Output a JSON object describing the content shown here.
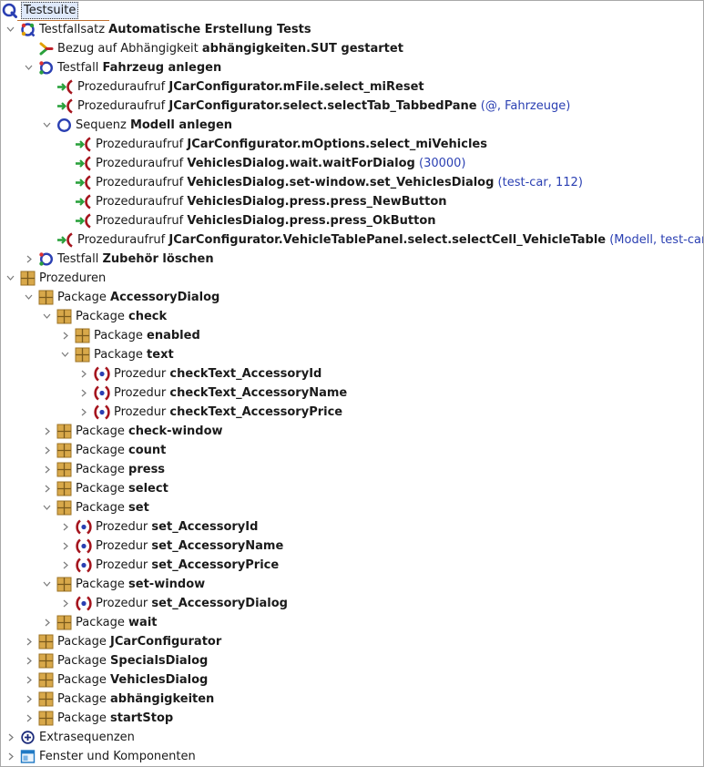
{
  "tree": [
    {
      "level": 0,
      "toggle": "",
      "icon": "q-root",
      "prefix": "Testsuite",
      "bold": "",
      "args": "",
      "root": true
    },
    {
      "level": 0,
      "toggle": "v",
      "icon": "testset",
      "prefix": "Testfallsatz ",
      "bold": "Automatische Erstellung Tests",
      "args": ""
    },
    {
      "level": 1,
      "toggle": "",
      "icon": "dependency",
      "prefix": "Bezug auf Abhängigkeit ",
      "bold": "abhängigkeiten.SUT gestartet",
      "args": ""
    },
    {
      "level": 1,
      "toggle": "v",
      "icon": "testcase",
      "prefix": "Testfall ",
      "bold": "Fahrzeug anlegen",
      "args": ""
    },
    {
      "level": 2,
      "toggle": "",
      "icon": "call",
      "prefix": "Prozeduraufruf ",
      "bold": "JCarConfigurator.mFile.select_miReset",
      "args": ""
    },
    {
      "level": 2,
      "toggle": "",
      "icon": "call",
      "prefix": "Prozeduraufruf ",
      "bold": "JCarConfigurator.select.selectTab_TabbedPane",
      "args": "(@, Fahrzeuge)"
    },
    {
      "level": 2,
      "toggle": "v",
      "icon": "sequence",
      "prefix": "Sequenz ",
      "bold": "Modell anlegen",
      "args": ""
    },
    {
      "level": 3,
      "toggle": "",
      "icon": "call",
      "prefix": "Prozeduraufruf ",
      "bold": "JCarConfigurator.mOptions.select_miVehicles",
      "args": ""
    },
    {
      "level": 3,
      "toggle": "",
      "icon": "call",
      "prefix": "Prozeduraufruf ",
      "bold": "VehiclesDialog.wait.waitForDialog",
      "args": "(30000)"
    },
    {
      "level": 3,
      "toggle": "",
      "icon": "call",
      "prefix": "Prozeduraufruf ",
      "bold": "VehiclesDialog.set-window.set_VehiclesDialog",
      "args": "(test-car, 112)"
    },
    {
      "level": 3,
      "toggle": "",
      "icon": "call",
      "prefix": "Prozeduraufruf ",
      "bold": "VehiclesDialog.press.press_NewButton",
      "args": ""
    },
    {
      "level": 3,
      "toggle": "",
      "icon": "call",
      "prefix": "Prozeduraufruf ",
      "bold": "VehiclesDialog.press.press_OkButton",
      "args": ""
    },
    {
      "level": 2,
      "toggle": "",
      "icon": "call",
      "prefix": "Prozeduraufruf ",
      "bold": "JCarConfigurator.VehicleTablePanel.select.selectCell_VehicleTable",
      "args": "(Modell, test-car, @, @)"
    },
    {
      "level": 1,
      "toggle": ">",
      "icon": "testcase",
      "prefix": "Testfall ",
      "bold": "Zubehör löschen",
      "args": ""
    },
    {
      "level": 0,
      "toggle": "v",
      "icon": "package",
      "prefix": "Prozeduren",
      "bold": "",
      "args": ""
    },
    {
      "level": 1,
      "toggle": "v",
      "icon": "package",
      "prefix": "Package ",
      "bold": "AccessoryDialog",
      "args": ""
    },
    {
      "level": 2,
      "toggle": "v",
      "icon": "package",
      "prefix": "Package ",
      "bold": "check",
      "args": ""
    },
    {
      "level": 3,
      "toggle": ">",
      "icon": "package",
      "prefix": "Package ",
      "bold": "enabled",
      "args": ""
    },
    {
      "level": 3,
      "toggle": "v",
      "icon": "package",
      "prefix": "Package ",
      "bold": "text",
      "args": ""
    },
    {
      "level": 4,
      "toggle": ">",
      "icon": "procedure",
      "prefix": "Prozedur ",
      "bold": "checkText_AccessoryId",
      "args": ""
    },
    {
      "level": 4,
      "toggle": ">",
      "icon": "procedure",
      "prefix": "Prozedur ",
      "bold": "checkText_AccessoryName",
      "args": ""
    },
    {
      "level": 4,
      "toggle": ">",
      "icon": "procedure",
      "prefix": "Prozedur ",
      "bold": "checkText_AccessoryPrice",
      "args": ""
    },
    {
      "level": 2,
      "toggle": ">",
      "icon": "package",
      "prefix": "Package ",
      "bold": "check-window",
      "args": ""
    },
    {
      "level": 2,
      "toggle": ">",
      "icon": "package",
      "prefix": "Package ",
      "bold": "count",
      "args": ""
    },
    {
      "level": 2,
      "toggle": ">",
      "icon": "package",
      "prefix": "Package ",
      "bold": "press",
      "args": ""
    },
    {
      "level": 2,
      "toggle": ">",
      "icon": "package",
      "prefix": "Package ",
      "bold": "select",
      "args": ""
    },
    {
      "level": 2,
      "toggle": "v",
      "icon": "package",
      "prefix": "Package ",
      "bold": "set",
      "args": ""
    },
    {
      "level": 3,
      "toggle": ">",
      "icon": "procedure",
      "prefix": "Prozedur ",
      "bold": "set_AccessoryId",
      "args": ""
    },
    {
      "level": 3,
      "toggle": ">",
      "icon": "procedure",
      "prefix": "Prozedur ",
      "bold": "set_AccessoryName",
      "args": ""
    },
    {
      "level": 3,
      "toggle": ">",
      "icon": "procedure",
      "prefix": "Prozedur ",
      "bold": "set_AccessoryPrice",
      "args": ""
    },
    {
      "level": 2,
      "toggle": "v",
      "icon": "package",
      "prefix": "Package ",
      "bold": "set-window",
      "args": ""
    },
    {
      "level": 3,
      "toggle": ">",
      "icon": "procedure",
      "prefix": "Prozedur ",
      "bold": "set_AccessoryDialog",
      "args": ""
    },
    {
      "level": 2,
      "toggle": ">",
      "icon": "package",
      "prefix": "Package ",
      "bold": "wait",
      "args": ""
    },
    {
      "level": 1,
      "toggle": ">",
      "icon": "package",
      "prefix": "Package ",
      "bold": "JCarConfigurator",
      "args": ""
    },
    {
      "level": 1,
      "toggle": ">",
      "icon": "package",
      "prefix": "Package ",
      "bold": "SpecialsDialog",
      "args": ""
    },
    {
      "level": 1,
      "toggle": ">",
      "icon": "package",
      "prefix": "Package ",
      "bold": "VehiclesDialog",
      "args": ""
    },
    {
      "level": 1,
      "toggle": ">",
      "icon": "package",
      "prefix": "Package ",
      "bold": "abhängigkeiten",
      "args": ""
    },
    {
      "level": 1,
      "toggle": ">",
      "icon": "package",
      "prefix": "Package ",
      "bold": "startStop",
      "args": ""
    },
    {
      "level": 0,
      "toggle": ">",
      "icon": "extras",
      "prefix": "Extrasequenzen",
      "bold": "",
      "args": ""
    },
    {
      "level": 0,
      "toggle": ">",
      "icon": "windows",
      "prefix": "Fenster und Komponenten",
      "bold": "",
      "args": ""
    }
  ],
  "colors": {
    "accent_blue": "#2a3fb2",
    "package_gold": "#d8a84a",
    "procedure_red": "#a5151e",
    "call_green": "#2aa13c",
    "selection_bg": "#dfe9fb"
  }
}
